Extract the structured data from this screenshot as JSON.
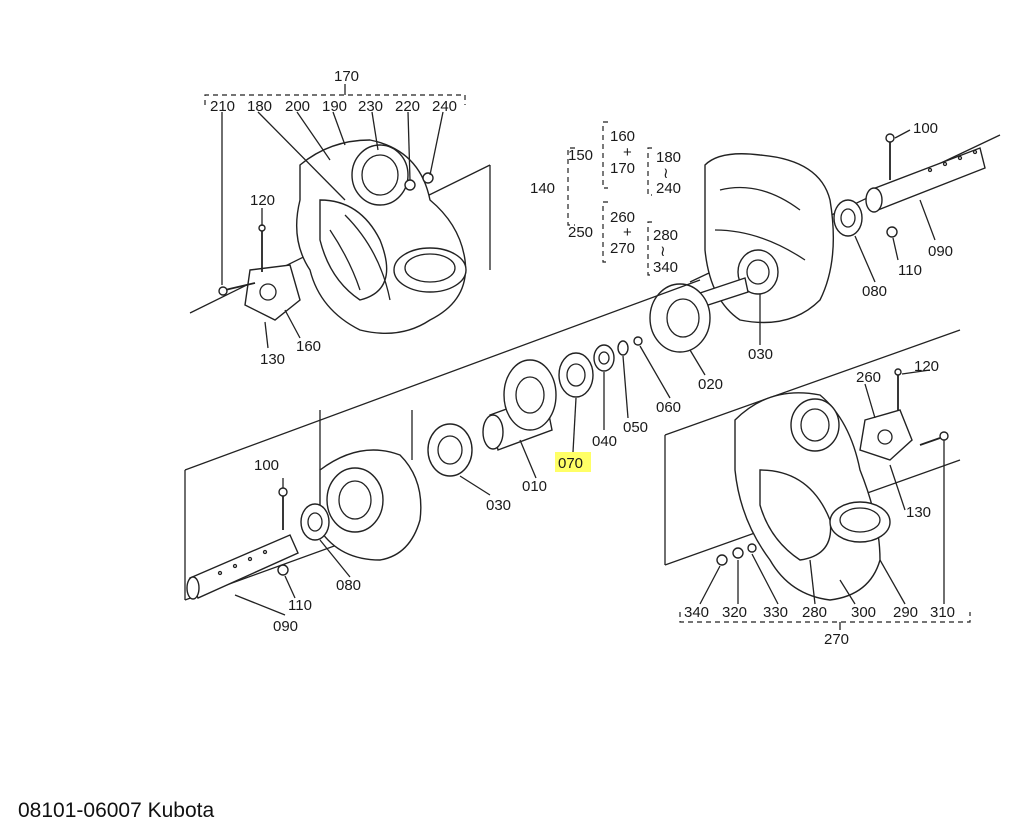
{
  "caption": "08101-06007 Kubota",
  "highlight_color": "#ffff66",
  "callouts": {
    "c170": "170",
    "c210": "210",
    "c180": "180",
    "c200": "200",
    "c190": "190",
    "c230": "230",
    "c220": "220",
    "c240": "240",
    "c120_tl": "120",
    "c130_tl": "130",
    "c160_tl": "160",
    "c100_tr": "100",
    "c090_tr": "090",
    "c110_tr": "110",
    "c080_tr": "080",
    "c030_tr": "030",
    "c020": "020",
    "c060": "060",
    "c050": "050",
    "c040": "040",
    "c070": "070",
    "c010": "010",
    "c030_bl": "030",
    "c100_bl": "100",
    "c080_bl": "080",
    "c110_bl": "110",
    "c090_bl": "090",
    "c260": "260",
    "c120_br": "120",
    "c130_br": "130",
    "c340": "340",
    "c320": "320",
    "c330": "330",
    "c280": "280",
    "c300": "300",
    "c290": "290",
    "c310": "310",
    "c270": "270"
  },
  "groups": {
    "g140": "140",
    "g150": "150",
    "g160": "160",
    "g170": "170",
    "g180": "180",
    "g240": "240",
    "g250": "250",
    "g260": "260",
    "g270": "270",
    "g280": "280",
    "g340": "340",
    "plus": "+",
    "tilde": "≀"
  }
}
